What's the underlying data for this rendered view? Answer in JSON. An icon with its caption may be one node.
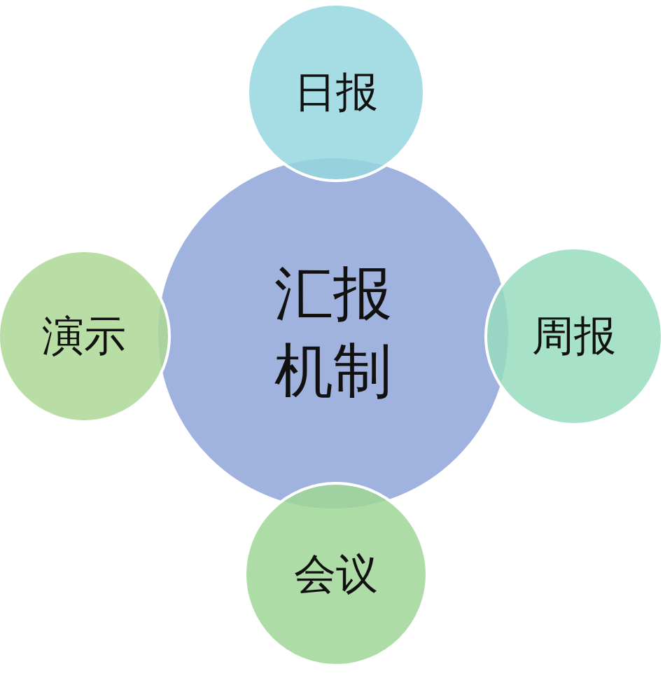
{
  "diagram": {
    "nodes": [
      {
        "text": [
          "日报"
        ]
      },
      {
        "text": [
          "演示"
        ]
      },
      {
        "text": [
          "汇报机制"
        ]
      },
      {
        "text": [
          "周报"
        ]
      },
      {
        "text": [
          "会议"
        ]
      }
    ]
  }
}
